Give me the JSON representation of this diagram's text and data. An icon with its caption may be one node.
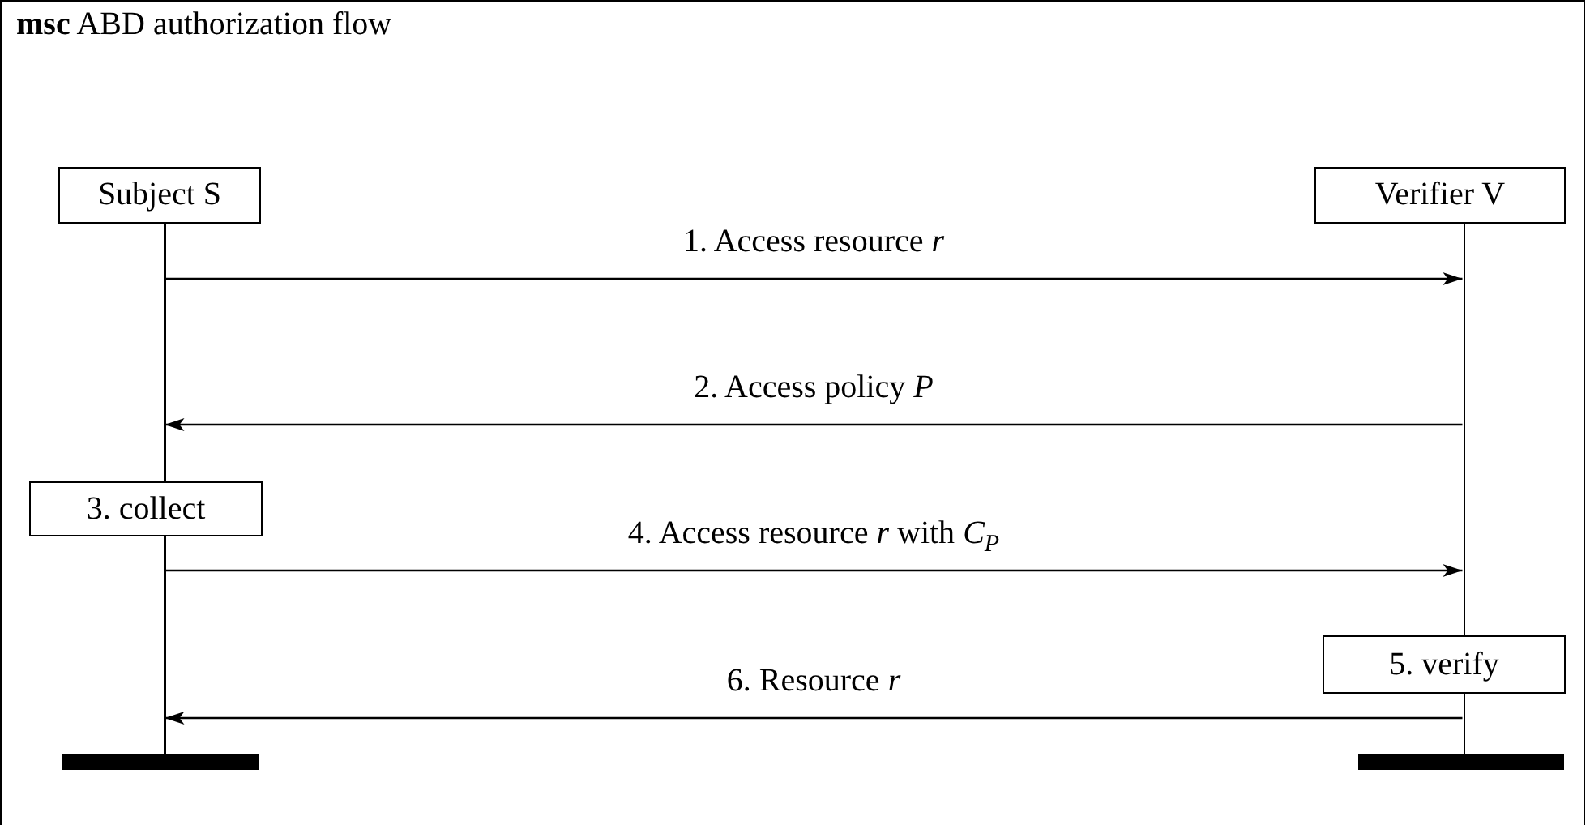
{
  "diagram": {
    "title": "**msc** ABD authorization flow",
    "nodes": [
      {
        "text": [
          "Subject S"
        ]
      },
      {
        "text": [
          "Verifier V"
        ]
      },
      {
        "text": [],
        "shape": "line"
      },
      {
        "text": [],
        "shape": "line"
      },
      {
        "text": [
          "3. collect"
        ]
      },
      {
        "text": [
          "5. verify"
        ]
      },
      {
        "text": [],
        "shape": "bar"
      },
      {
        "text": [],
        "shape": "bar"
      }
    ],
    "edges": [
      {
        "from": 2,
        "to": 3,
        "arrow": "to",
        "label": "1. Access resource *r*"
      },
      {
        "from": 3,
        "to": 2,
        "arrow": "to",
        "label": "2. Access policy *P*"
      },
      {
        "from": 2,
        "to": 3,
        "arrow": "to",
        "label": "4. Access resource *r* with *C*$_{P}$"
      },
      {
        "from": 3,
        "to": 2,
        "arrow": "to",
        "label": "6. Resource *r*"
      }
    ]
  }
}
